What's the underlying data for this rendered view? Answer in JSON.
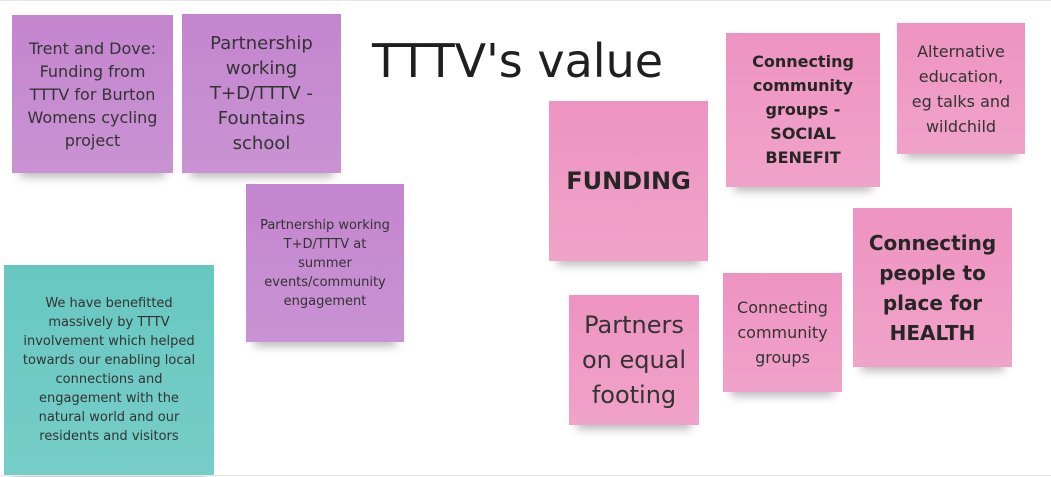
{
  "board": {
    "title": "TTTV's value",
    "notes": [
      {
        "id": "trent-dove",
        "color": "purple",
        "text": "Trent and Dove: Funding from TTTV for Burton Womens cycling project"
      },
      {
        "id": "fountains",
        "color": "purple",
        "text": "Partnership working T+D/TTTV - Fountains school"
      },
      {
        "id": "summer-events",
        "color": "purple",
        "text": "Partnership working T+D/TTTV at summer events/community engagement"
      },
      {
        "id": "benefitted",
        "color": "teal",
        "text": "We have benefitted massively by TTTV involvement which helped towards our enabling local connections and engagement with the natural world and our residents and visitors"
      },
      {
        "id": "funding",
        "color": "pink",
        "text": "FUNDING"
      },
      {
        "id": "social-benefit",
        "color": "pink",
        "text": "Connecting community groups - SOCIAL BENEFIT"
      },
      {
        "id": "alt-education",
        "color": "pink",
        "text": "Alternative education, eg talks and wildchild"
      },
      {
        "id": "health",
        "color": "pink",
        "text": "Connecting people to place for HEALTH"
      },
      {
        "id": "partners",
        "color": "pink",
        "text": "Partners on equal footing"
      },
      {
        "id": "community-groups",
        "color": "pink",
        "text": "Connecting community groups"
      }
    ]
  },
  "colors": {
    "purple": "#c78cd1",
    "pink": "#ef9bc5",
    "teal": "#6ecac4"
  }
}
